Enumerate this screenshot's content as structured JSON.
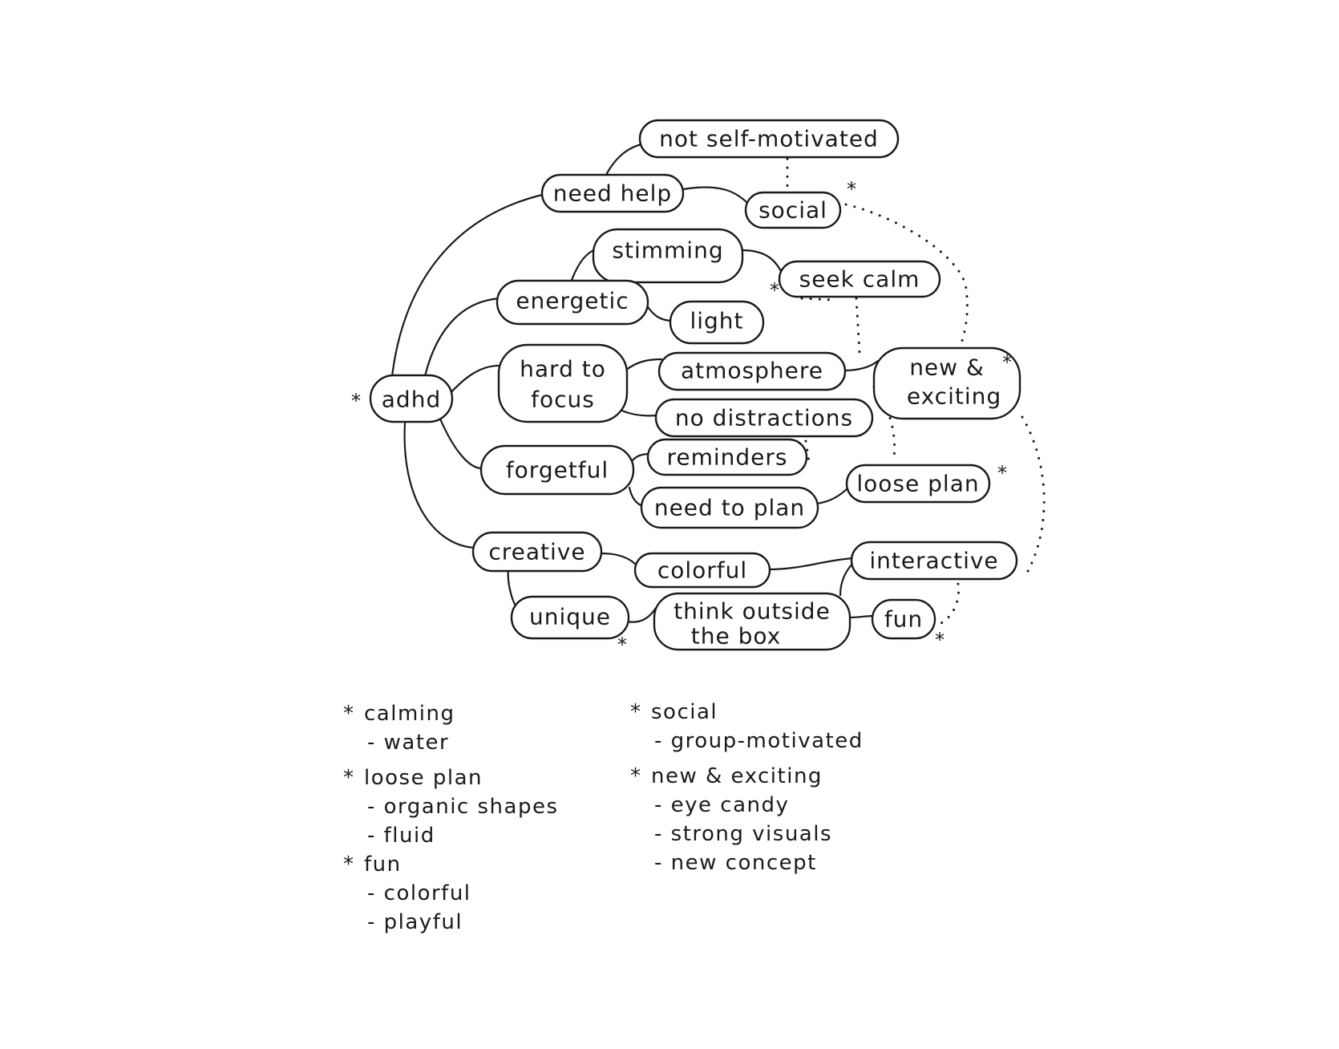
{
  "nodes": {
    "adhd": "adhd",
    "need_help": "need help",
    "not_self_motivated": "not self-motivated",
    "social": "social",
    "stimming": "stimming",
    "seek_calm": "seek calm",
    "energetic": "energetic",
    "light": "light",
    "hard_to_focus_1": "hard to",
    "hard_to_focus_2": "focus",
    "atmosphere": "atmosphere",
    "new_exciting_1": "new &",
    "new_exciting_2": "exciting",
    "no_distractions": "no distractions",
    "forgetful": "forgetful",
    "reminders": "reminders",
    "need_to_plan": "need to plan",
    "loose_plan": "loose plan",
    "creative": "creative",
    "colorful": "colorful",
    "interactive": "interactive",
    "unique": "unique",
    "think_outside_1": "think outside",
    "think_outside_2": "the box",
    "fun": "fun"
  },
  "star_mark": "*",
  "notes": {
    "left": [
      {
        "heading": "calming",
        "items": [
          "- water"
        ]
      },
      {
        "heading": "loose plan",
        "items": [
          "- organic shapes",
          "- fluid"
        ]
      },
      {
        "heading": "fun",
        "items": [
          "- colorful",
          "- playful"
        ]
      }
    ],
    "right": [
      {
        "heading": "social",
        "items": [
          "- group-motivated"
        ]
      },
      {
        "heading": "new & exciting",
        "items": [
          "- eye candy",
          "- strong visuals",
          "- new concept"
        ]
      }
    ]
  }
}
